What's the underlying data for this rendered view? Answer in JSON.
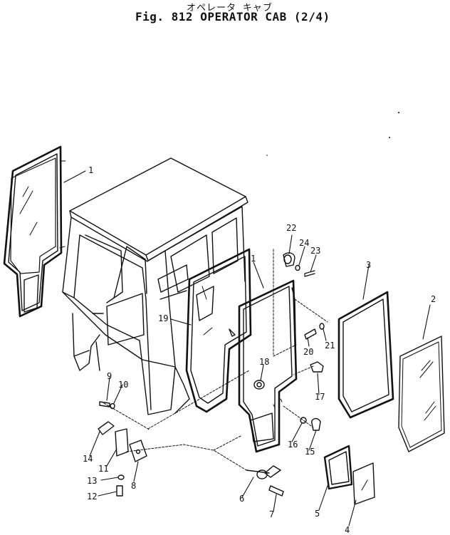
{
  "header": {
    "subtitle_jp": "オペレータ キャブ",
    "title": "Fig. 812 OPERATOR CAB (2/4)"
  },
  "callouts": [
    "1",
    "1",
    "2",
    "3",
    "4",
    "5",
    "6",
    "7",
    "8",
    "9",
    "10",
    "11",
    "12",
    "13",
    "14",
    "15",
    "16",
    "17",
    "18",
    "19",
    "20",
    "21",
    "22",
    "23",
    "24"
  ]
}
